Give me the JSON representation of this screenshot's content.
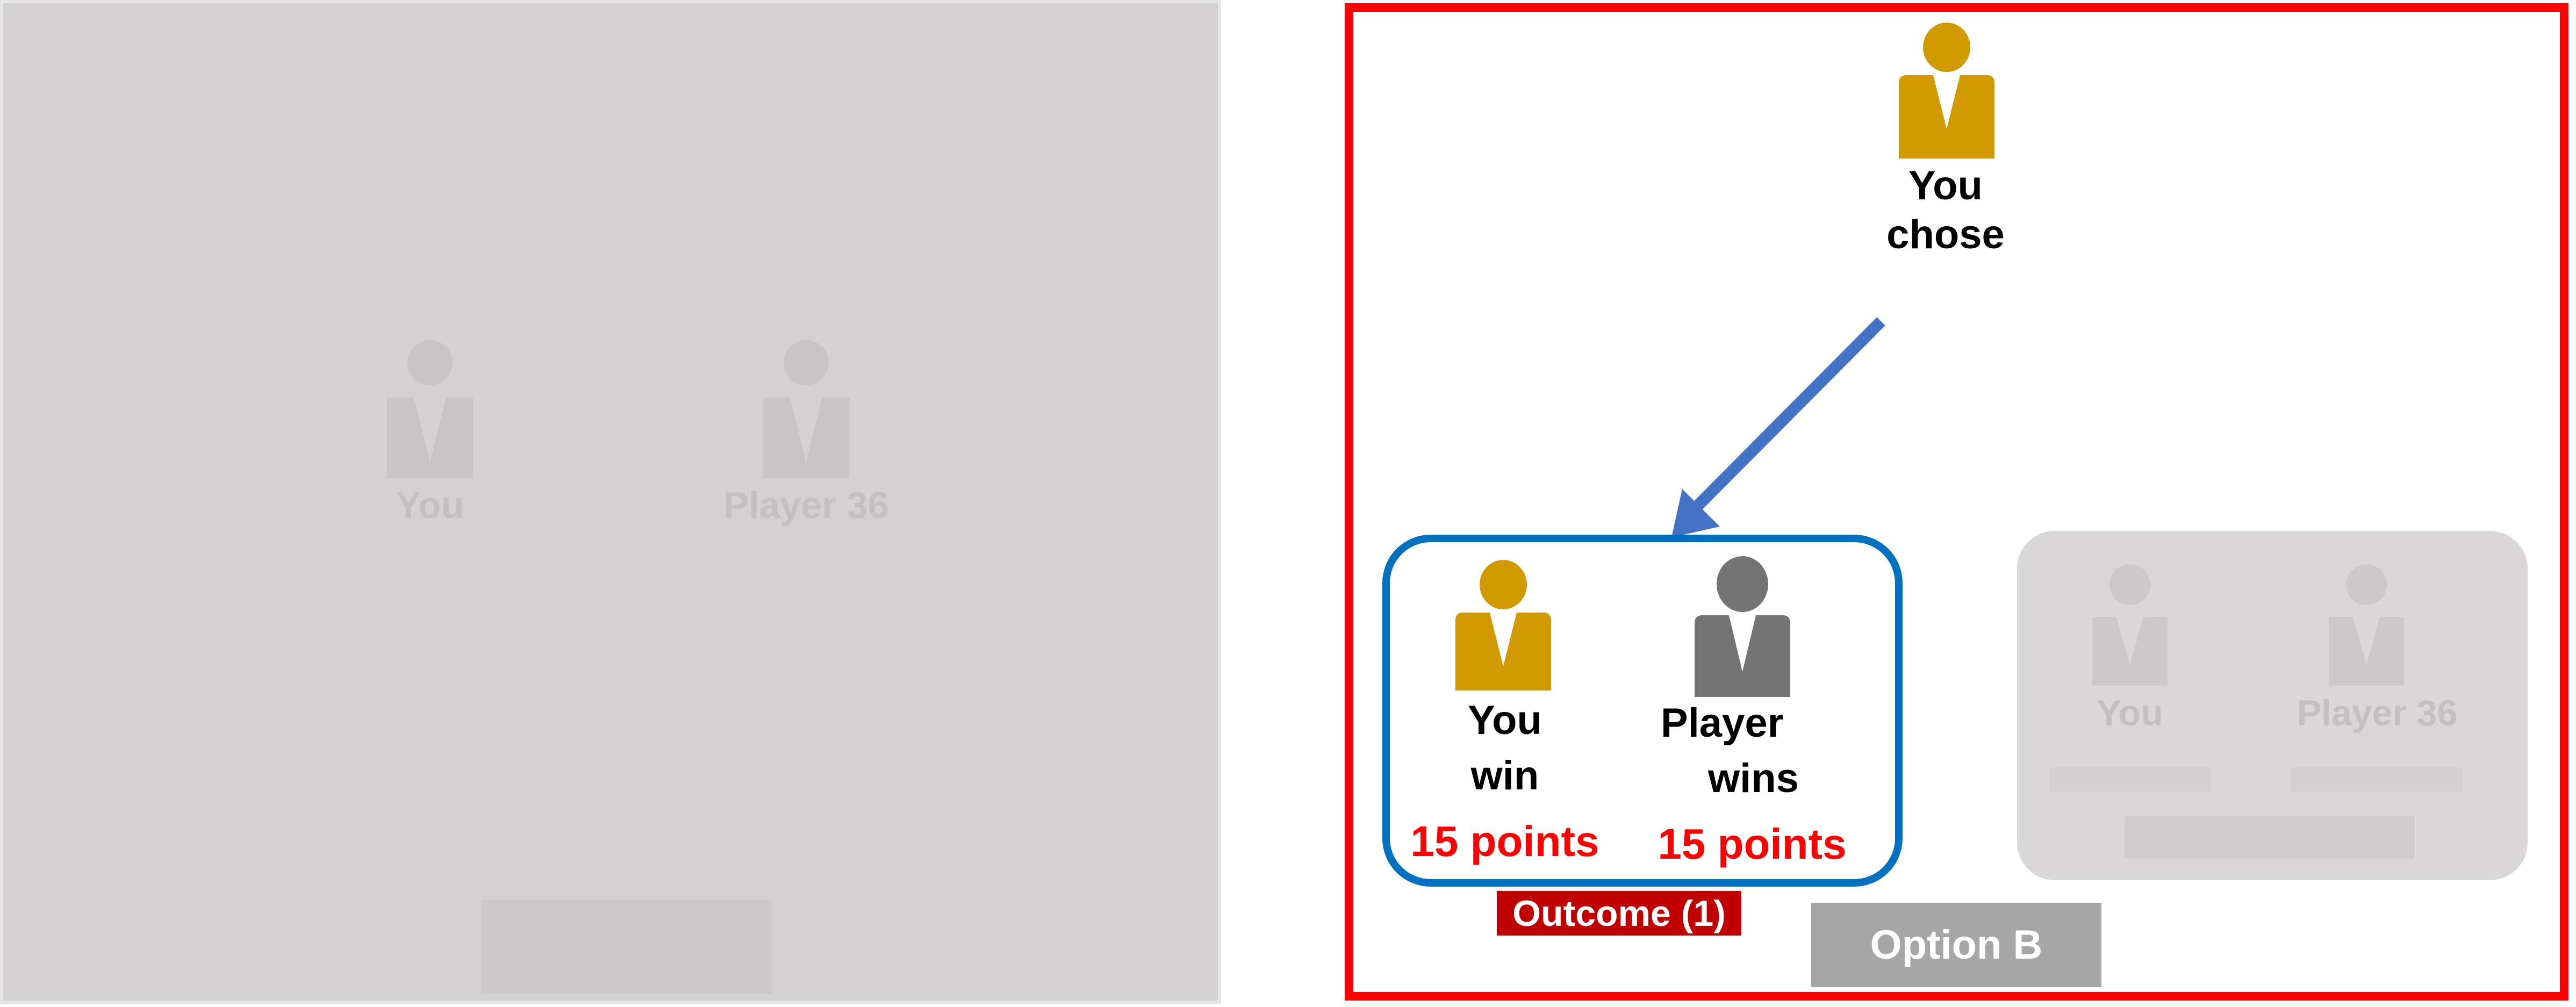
{
  "colors": {
    "left_panel_bg": "#d3d1d2",
    "frame_red": "#ff0000",
    "gold_avatar": "#d09a00",
    "gray_avatar": "#747474",
    "group_box_border": "#0070c0",
    "arrow": "#4472c4",
    "points_red": "#ff0000",
    "outcome_badge_bg": "#c00000",
    "option_button_bg": "#a6a6a6"
  },
  "left_panel": {
    "you_label": "You",
    "player_label": "Player 36"
  },
  "right_panel": {
    "chooser": {
      "icon": "person-icon",
      "line1": "You",
      "line2": "chose"
    },
    "outcome_1": {
      "you": {
        "icon": "person-icon",
        "line1": "You",
        "line2": "win",
        "points": "15 points"
      },
      "player": {
        "icon": "person-icon",
        "line1": "Player",
        "line2": "wins",
        "points": "15 points"
      },
      "badge": "Outcome (1)"
    },
    "faded_option": {
      "you_label": "You",
      "player_label": "Player 36"
    },
    "option_b_label": "Option B"
  }
}
